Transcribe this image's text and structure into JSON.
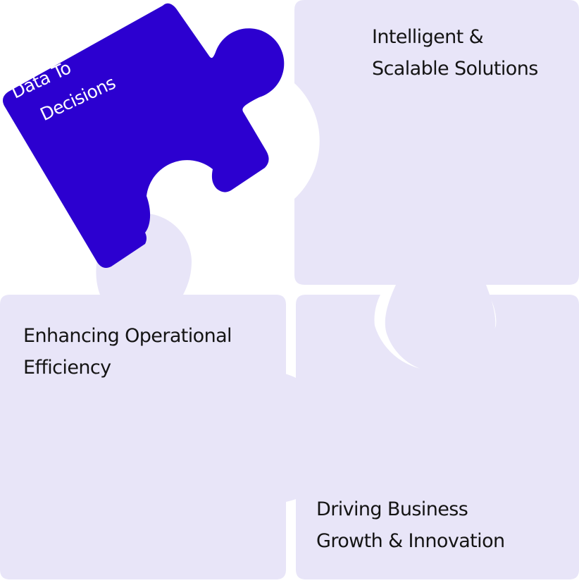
{
  "colors": {
    "light_piece": "#E8E5F8",
    "accent_piece": "#2C00D0",
    "background": "#FFFFFF",
    "dark_text": "#141414",
    "light_text": "#FFFFFF"
  },
  "pieces": {
    "top_left": {
      "line1": "Data To",
      "line2": "Decisions",
      "highlighted": true
    },
    "top_right": {
      "line1": "Intelligent &",
      "line2": "Scalable Solutions"
    },
    "bottom_left": {
      "line1": "Enhancing Operational",
      "line2": "Efficiency"
    },
    "bottom_right": {
      "line1": "Driving Business",
      "line2": "Growth & Innovation"
    }
  }
}
